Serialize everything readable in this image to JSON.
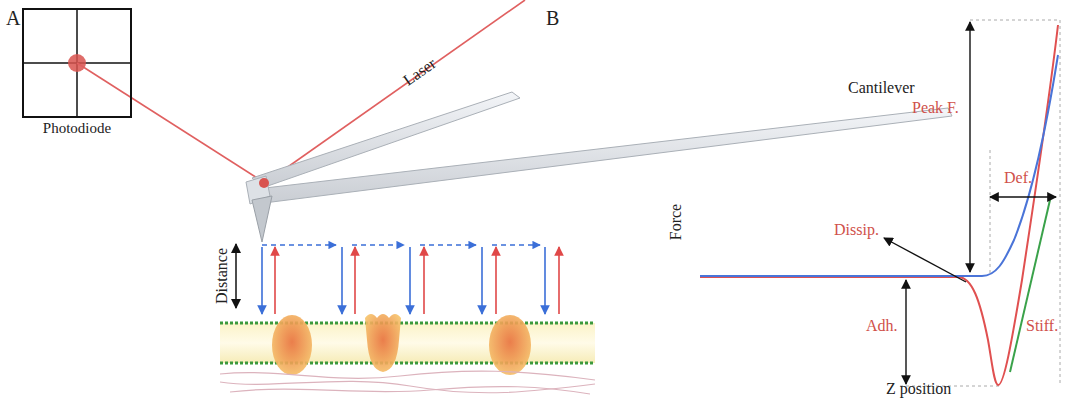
{
  "diagram": {
    "nodes": [
      {
        "text": [
          "Photodiode"
        ]
      }
    ],
    "labels": [
      "A",
      "B",
      "Laser",
      "Cantilever",
      "Distance",
      "Peak F.",
      "Def.",
      "Dissip.",
      "Force",
      "Adh.",
      "Stiff.",
      "Z position"
    ]
  }
}
